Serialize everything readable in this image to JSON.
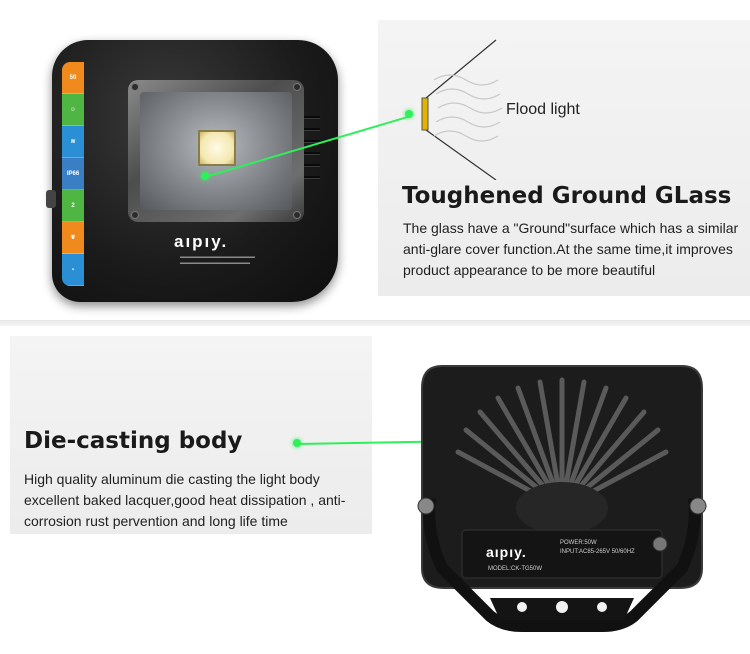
{
  "section_glass": {
    "title": "Toughened Ground GLass",
    "description": "The glass have a \"Ground\"surface which has a similar anti-glare cover function.At the same time,it improves product appearance to be more beautiful",
    "diagram_label": "Flood light"
  },
  "section_body": {
    "title": "Die-casting body",
    "description": "High quality aluminum die casting the light body excellent baked lacquer,good heat dissipation , anti-corrosion rust pervention and long life time"
  },
  "product_front": {
    "brand": "aıpıy.",
    "strip_badges": [
      "50",
      "",
      "",
      "IP66",
      "2",
      "",
      ""
    ],
    "strip_colors": [
      "#f08a1c",
      "#4fb543",
      "#2b8fd6",
      "#3a7fc4",
      "#4fb543",
      "#f08a1c",
      "#2b8fd6"
    ]
  },
  "product_back": {
    "brand": "aıpıy.",
    "label_lines": [
      "POWER:50W",
      "INPUT:AC85-265V 50/60HZ",
      "MODEL:CK-TG50W"
    ]
  },
  "colors": {
    "callout": "#2ef05a",
    "panel_bg": "#efefef",
    "lens_edge": "#c8a400"
  }
}
